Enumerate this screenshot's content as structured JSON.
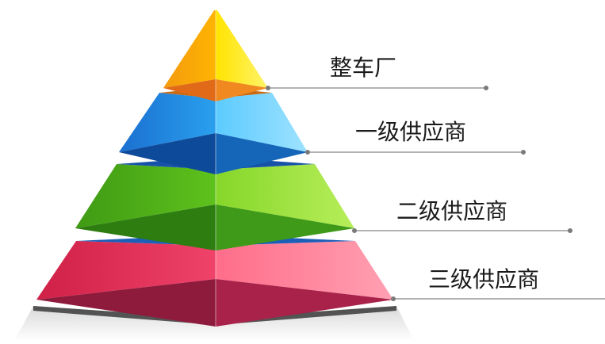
{
  "tiers": [
    {
      "label": "整车厂",
      "left_color": "#f7a21b",
      "right_color": "#ffe000",
      "underside": "#e0701a"
    },
    {
      "label": "一级供应商",
      "left_color": "#1e78d6",
      "right_color": "#4fc3ff",
      "underside": "#0e4fa0"
    },
    {
      "label": "二级供应商",
      "left_color": "#4aa51a",
      "right_color": "#8cd92c",
      "underside": "#2a7a12"
    },
    {
      "label": "三级供应商",
      "left_color": "#d8284f",
      "right_color": "#ff6a86",
      "underside": "#8a1036"
    }
  ],
  "base_color": "#bdbdbd",
  "line_color": "#9a9a9a"
}
